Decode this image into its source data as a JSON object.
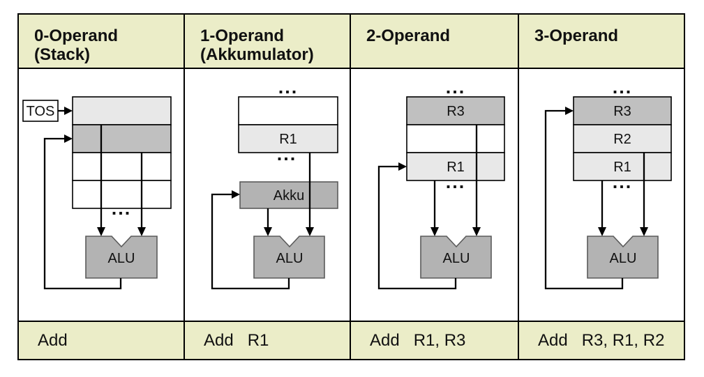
{
  "colors": {
    "header_bg": "#ebedc8",
    "cell_bg": "#ffffff",
    "register_light": "#e8e8e8",
    "register_dark": "#c0c0c0",
    "register_white": "#ffffff",
    "alu_fill": "#b3b3b3",
    "alu_border": "#5a5a5a",
    "line": "#000000",
    "table_border": "#000000"
  },
  "columns": [
    {
      "header": {
        "line1": "0-Operand",
        "line2": "(Stack)"
      },
      "instruction": {
        "mnemonic": "Add",
        "operands": ""
      },
      "diagram": {
        "tos": "TOS",
        "alu": "ALU",
        "ellipsis_bottom": "..."
      }
    },
    {
      "header": {
        "line1": "1-Operand",
        "line2": "(Akkumulator)"
      },
      "instruction": {
        "mnemonic": "Add",
        "operands": "R1"
      },
      "diagram": {
        "ellipsis_top": "...",
        "r1": "R1",
        "ellipsis_mid": "...",
        "akku": "Akku",
        "alu": "ALU"
      }
    },
    {
      "header": {
        "line1": "2-Operand",
        "line2": ""
      },
      "instruction": {
        "mnemonic": "Add",
        "operands": "R1, R3"
      },
      "diagram": {
        "ellipsis_top": "...",
        "r3": "R3",
        "r1": "R1",
        "ellipsis_bottom": "...",
        "alu": "ALU"
      }
    },
    {
      "header": {
        "line1": "3-Operand",
        "line2": ""
      },
      "instruction": {
        "mnemonic": "Add",
        "operands": "R3, R1, R2"
      },
      "diagram": {
        "ellipsis_top": "...",
        "r3": "R3",
        "r2": "R2",
        "r1": "R1",
        "ellipsis_bottom": "...",
        "alu": "ALU"
      }
    }
  ]
}
